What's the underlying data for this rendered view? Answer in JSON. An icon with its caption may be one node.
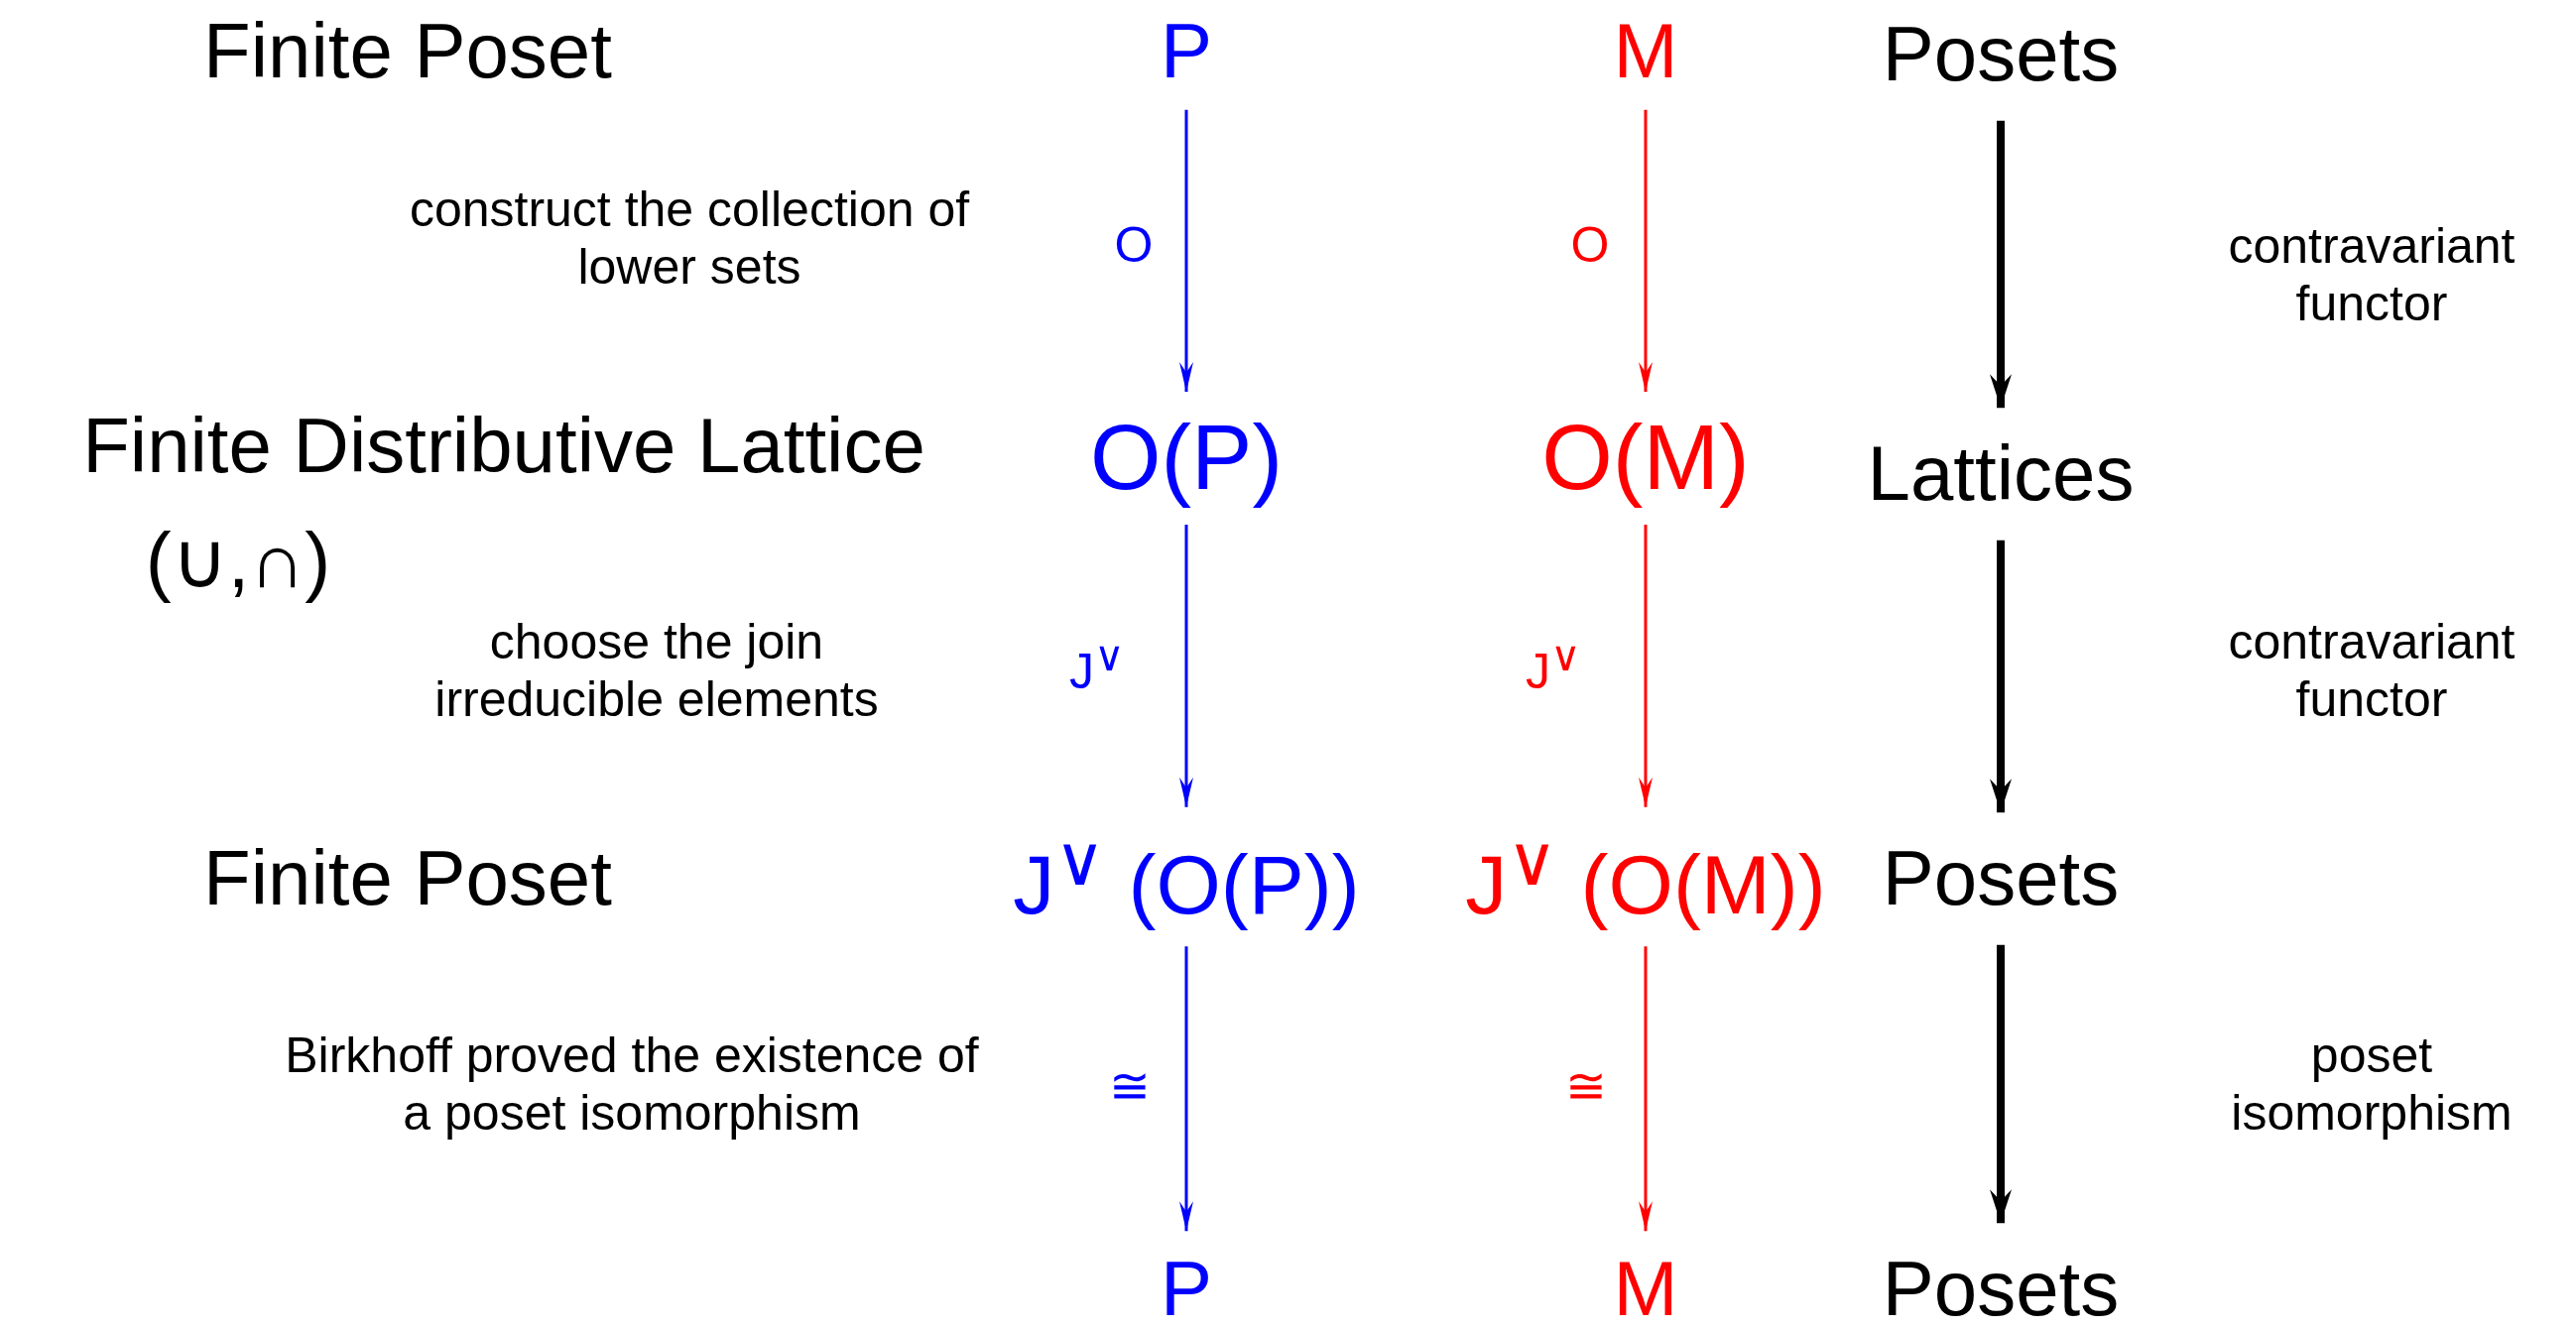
{
  "diagram": {
    "nodes": [
      {
        "text": [
          "P"
        ]
      },
      {
        "text": [
          "M"
        ]
      },
      {
        "text": [
          "Posets"
        ]
      },
      {
        "text": [
          "O(P)"
        ]
      },
      {
        "text": [
          "O(M)"
        ]
      },
      {
        "text": [
          "Lattices"
        ]
      },
      {
        "text": [
          "J$^{∨}$ (O(P))"
        ]
      },
      {
        "text": [
          "J$^{∨}$ (O(M))"
        ]
      },
      {
        "text": [
          "Posets"
        ]
      },
      {
        "text": [
          "P"
        ]
      },
      {
        "text": [
          "M"
        ]
      },
      {
        "text": [
          "Posets"
        ]
      }
    ],
    "edges": [
      {
        "from": 0,
        "to": 3,
        "arrow": "to",
        "label": "O",
        "color": "#0000ff"
      },
      {
        "from": 1,
        "to": 4,
        "arrow": "to",
        "label": "O",
        "color": "#ff0000"
      },
      {
        "from": 2,
        "to": 5,
        "arrow": "to",
        "style": "thick",
        "color": "#000000"
      },
      {
        "from": 3,
        "to": 6,
        "arrow": "to",
        "label": "J$^{∨}$",
        "color": "#0000ff"
      },
      {
        "from": 4,
        "to": 7,
        "arrow": "to",
        "label": "J$^{∨}$",
        "color": "#ff0000"
      },
      {
        "from": 5,
        "to": 8,
        "arrow": "to",
        "style": "thick",
        "color": "#000000"
      },
      {
        "from": 6,
        "to": 9,
        "arrow": "to",
        "label": "≅",
        "color": "#0000ff"
      },
      {
        "from": 7,
        "to": 10,
        "arrow": "to",
        "label": "≅",
        "color": "#ff0000"
      },
      {
        "from": 8,
        "to": 11,
        "arrow": "to",
        "style": "thick",
        "color": "#000000"
      }
    ],
    "labels": [
      "Finite Poset",
      "construct the collection of lower sets",
      "contravariant functor",
      "Finite Distributive Lattice",
      "(∪,∩)",
      "choose the join irreducible elements",
      "contravariant functor",
      "Finite Poset",
      "Birkhoff proved the existence of a poset isomorphism",
      "poset isomorphism"
    ]
  }
}
